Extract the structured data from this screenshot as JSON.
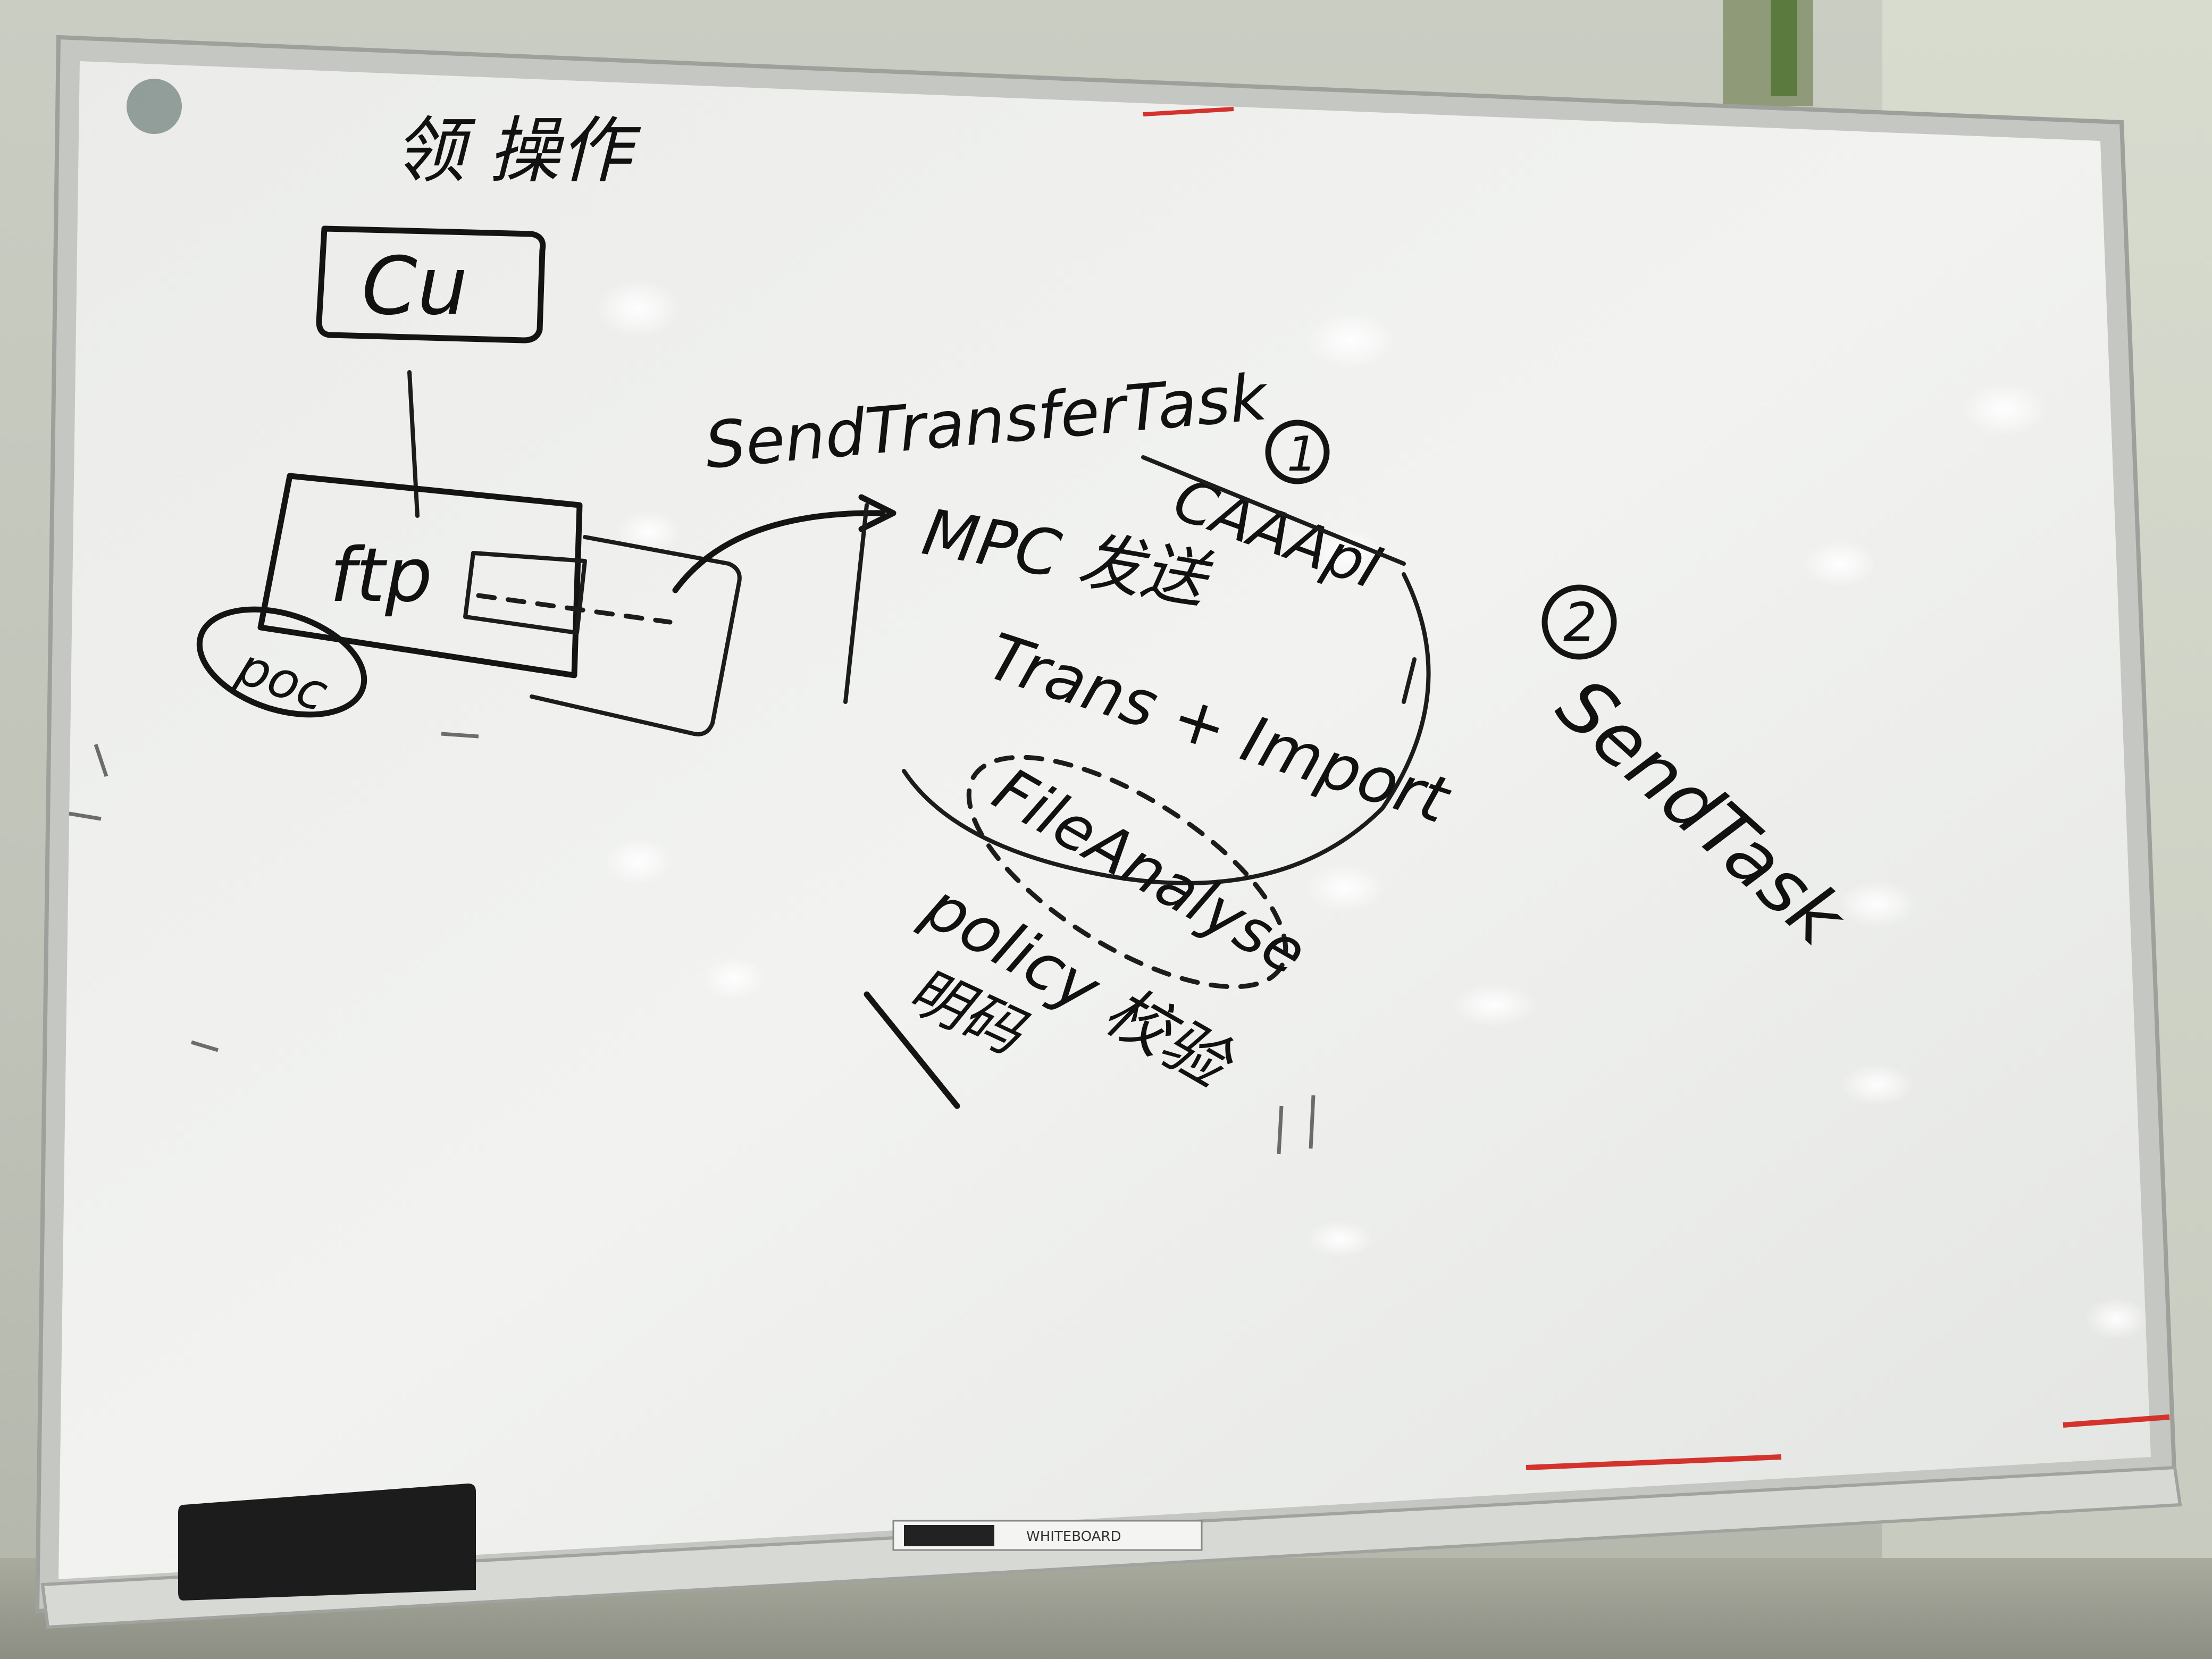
{
  "whiteboard": {
    "top_left_text": "领 操作",
    "box_top_text": "Cu",
    "box_mid_text": "ftp",
    "ellipse_left_text": "poc",
    "arrow_label": "SendTransferTask",
    "circle_one": "1",
    "struck_text": "CAAApI",
    "item_mpc": "MPC 发送",
    "item_trans_import": "Trans + Import",
    "item_file_analyse": "FileAnalyse",
    "item_policy": "policy 校验",
    "item_underlined": "明码",
    "circle_two": "2",
    "send_task": "SendTask",
    "brand_label": "WHITEBOARD"
  },
  "colors": {
    "board": "#f1f2f0",
    "frame": "#c9ccc8",
    "ink": "#141414",
    "red_marker": "#d4322c",
    "eraser": "#1c1c1c"
  }
}
